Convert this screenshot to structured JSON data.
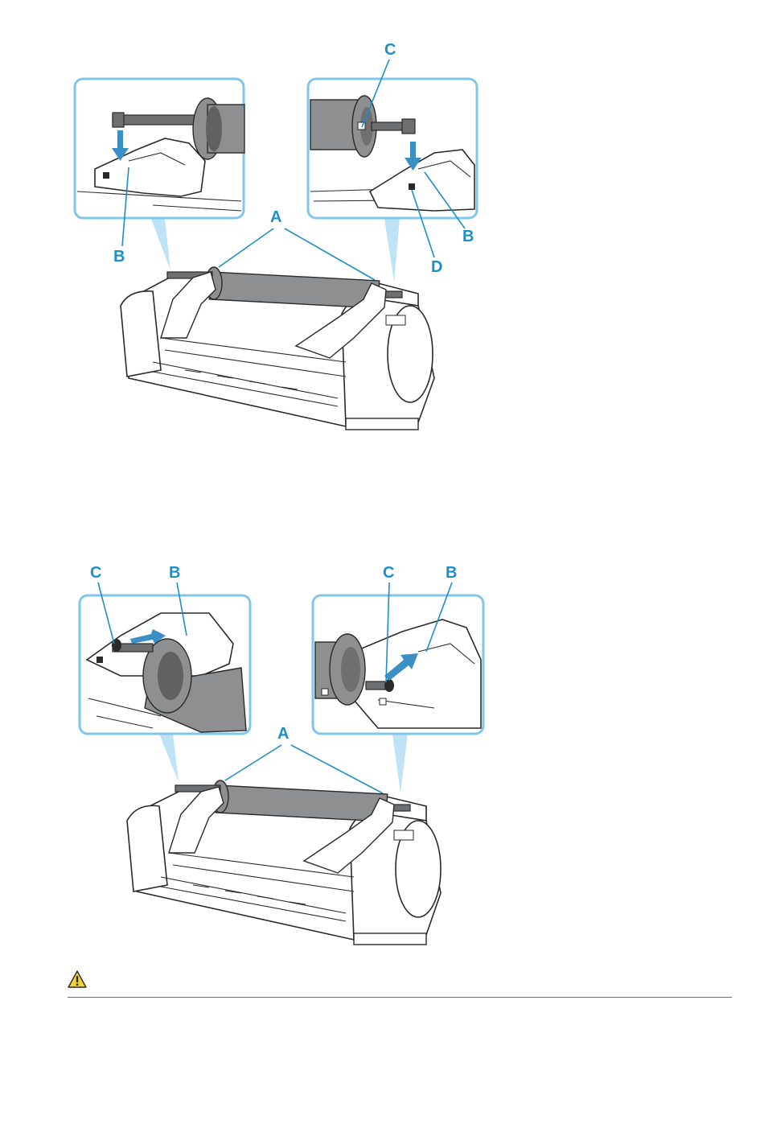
{
  "figure_top": {
    "labels": {
      "a": "A",
      "b_left": "B",
      "b_right": "B",
      "c": "C",
      "d": "D"
    }
  },
  "figure_bottom": {
    "labels": {
      "a": "A",
      "c_left": "C",
      "b_left": "B",
      "c_right": "C",
      "b_right": "B"
    }
  },
  "warning": {
    "icon": "warning-triangle-icon",
    "color": "#f2d22e",
    "rule_color": "#c24a4a"
  },
  "colors": {
    "callout": "#1c8fc6",
    "inset_border": "#7fc6ea",
    "pointer": "#bfe3f6",
    "roll": "#8d8f91"
  }
}
